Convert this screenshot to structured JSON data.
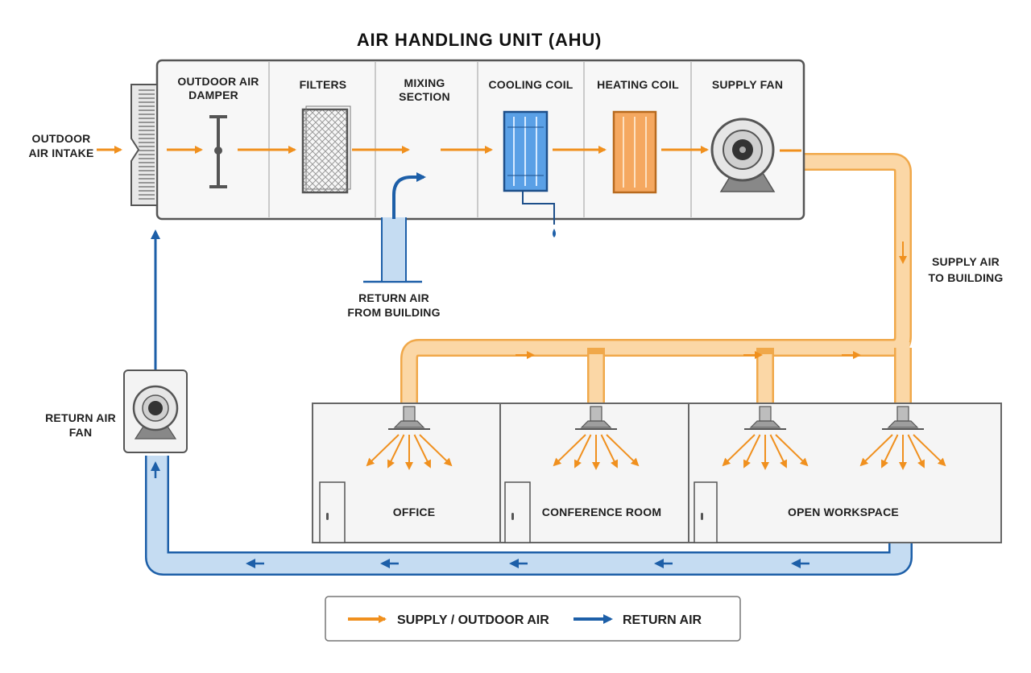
{
  "title": "AIR HANDLING UNIT (AHU)",
  "outdoor_intake": {
    "line1": "OUTDOOR",
    "line2": "AIR INTAKE"
  },
  "sections": [
    {
      "line1": "OUTDOOR AIR",
      "line2": "DAMPER"
    },
    {
      "line1": "FILTERS",
      "line2": ""
    },
    {
      "line1": "MIXING",
      "line2": "SECTION"
    },
    {
      "line1": "COOLING COIL",
      "line2": ""
    },
    {
      "line1": "HEATING COIL",
      "line2": ""
    },
    {
      "line1": "SUPPLY FAN",
      "line2": ""
    }
  ],
  "return_from_building": {
    "line1": "RETURN AIR",
    "line2": "FROM BUILDING"
  },
  "supply_to_building": {
    "line1": "SUPPLY AIR",
    "line2": "TO BUILDING"
  },
  "return_fan": {
    "line1": "RETURN AIR",
    "line2": "FAN"
  },
  "rooms": [
    {
      "label": "OFFICE"
    },
    {
      "label": "CONFERENCE ROOM"
    },
    {
      "label": "OPEN WORKSPACE"
    }
  ],
  "legend": {
    "supply": "SUPPLY / OUTDOOR AIR",
    "return": "RETURN AIR"
  },
  "colors": {
    "supply": "#f0901e",
    "supply_duct": "#fbd7a6",
    "return": "#1d5fa8",
    "return_duct": "#c5dcf2",
    "outline": "#555555"
  }
}
